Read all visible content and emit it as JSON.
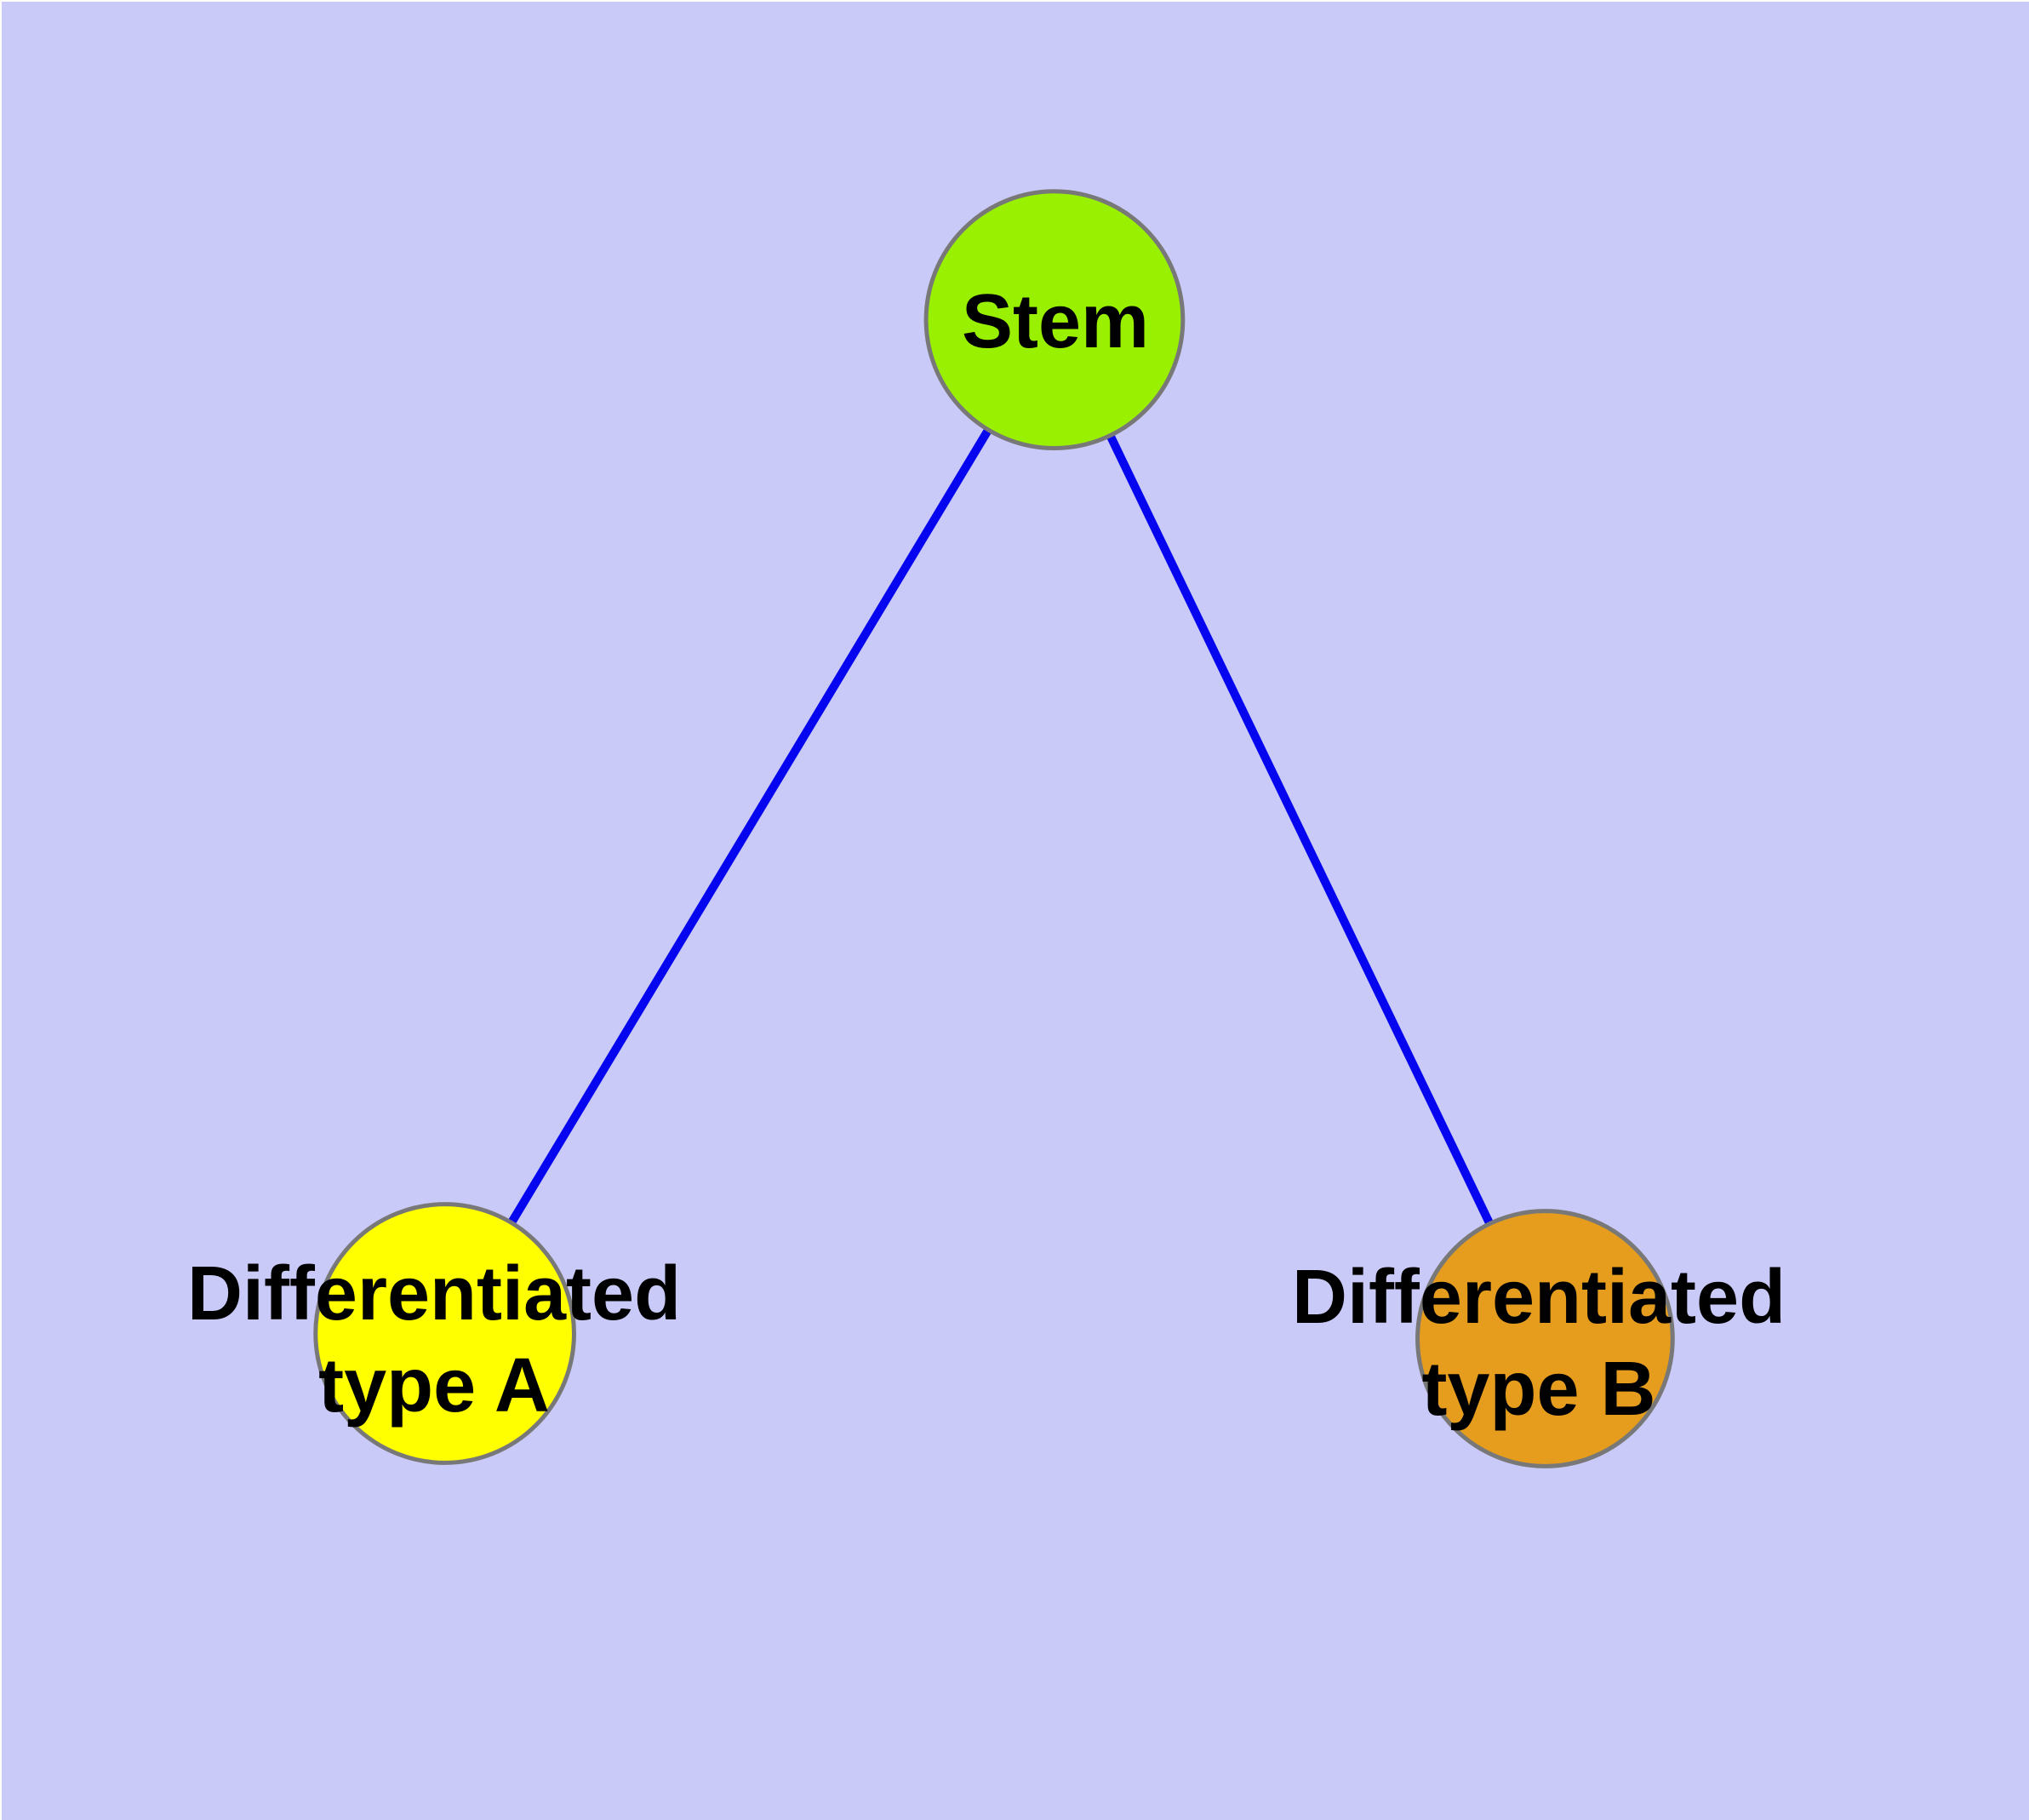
{
  "diagram": {
    "type": "node-link-diagram",
    "background_color": "#CACAF8",
    "edge_color": "#0505F0",
    "node_border_color": "#787878",
    "label_text_color": "#000000",
    "nodes": [
      {
        "id": "stem",
        "label": "Stem",
        "color": "#99F000"
      },
      {
        "id": "type-a",
        "label": "Differentiated\ntype A",
        "color": "#FFFF00"
      },
      {
        "id": "type-b",
        "label": "Differentiated\ntype B",
        "color": "#E69D1E"
      }
    ],
    "edges": [
      {
        "from": "stem",
        "to": "type-a"
      },
      {
        "from": "stem",
        "to": "type-b"
      }
    ]
  }
}
